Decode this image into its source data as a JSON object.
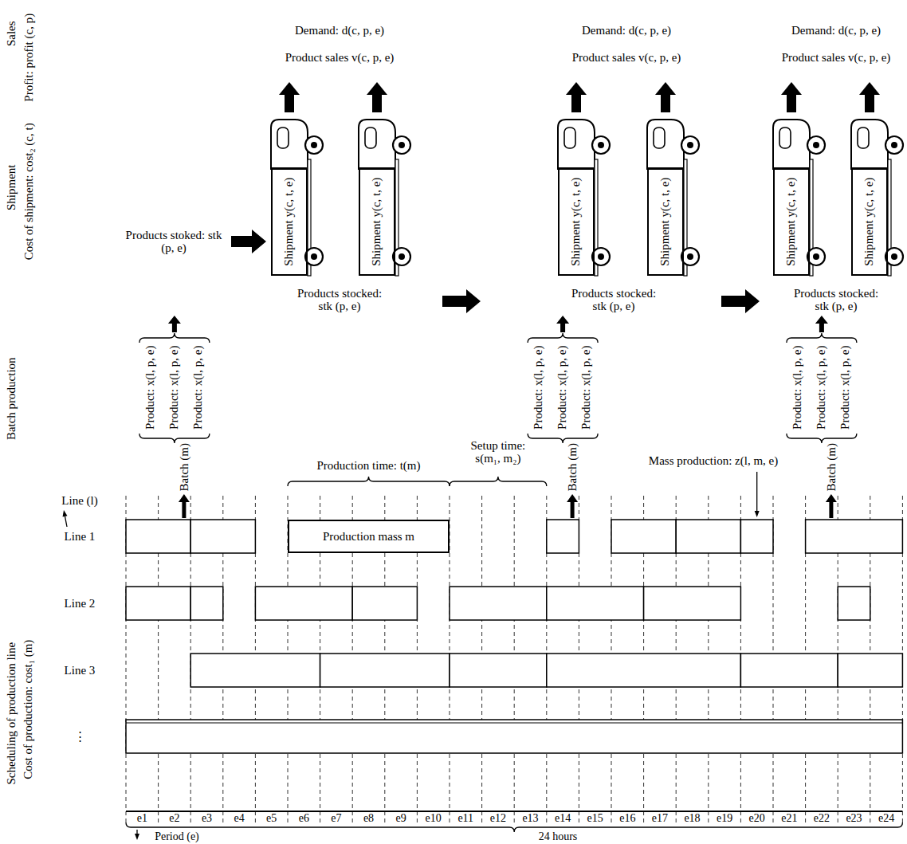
{
  "diagram": {
    "nodes": [
      {
        "text": [
          "Shipment y(c, t, e)"
        ]
      },
      {
        "text": [
          "Shipment y(c, t, e)"
        ]
      },
      {
        "text": [
          "Shipment y(c, t, e)"
        ]
      },
      {
        "text": [
          "Shipment y(c, t, e)"
        ]
      },
      {
        "text": [
          "Shipment y(c, t, e)"
        ]
      },
      {
        "text": [
          "Shipment y(c, t, e)"
        ]
      },
      {
        "text": [
          "Production mass m"
        ]
      }
    ],
    "labels": [
      "Sales",
      "Profit: profit (c, p)",
      "Shipment",
      "Cost of shipment: cost₂ (c, t)",
      "Batch production",
      "Scheduling of production line",
      "Cost of production: cost₁ (m)",
      "Demand: d(c, p, e)",
      "Demand: d(c, p, e)",
      "Demand: d(c, p, e)",
      "Product sales v(c, p, e)",
      "Product sales v(c, p, e)",
      "Product sales v(c, p, e)",
      "Products stoked: stk (p, e)",
      "Products stocked: stk (p, e)",
      "Products stocked: stk (p, e)",
      "Products stocked: stk (p, e)",
      "Product: x(l, p, e)",
      "Product: x(l, p, e)",
      "Product: x(l, p, e)",
      "Product: x(l, p, e)",
      "Product: x(l, p, e)",
      "Product: x(l, p, e)",
      "Product: x(l, p, e)",
      "Product: x(l, p, e)",
      "Product: x(l, p, e)",
      "Batch (m)",
      "Batch (m)",
      "Batch (m)",
      "Production time: t(m)",
      "Setup time: s(m₁, m₂)",
      "Mass production: z(l, m, e)",
      "Line (l)",
      "Line 1",
      "Line 2",
      "Line 3",
      "⋮",
      "e1",
      "e2",
      "e3",
      "e4",
      "e5",
      "e6",
      "e7",
      "e8",
      "e9",
      "e10",
      "e11",
      "e12",
      "e13",
      "e14",
      "e15",
      "e16",
      "e17",
      "e18",
      "e19",
      "e20",
      "e21",
      "e22",
      "e23",
      "e24",
      "Period (e)",
      "24 hours"
    ]
  }
}
